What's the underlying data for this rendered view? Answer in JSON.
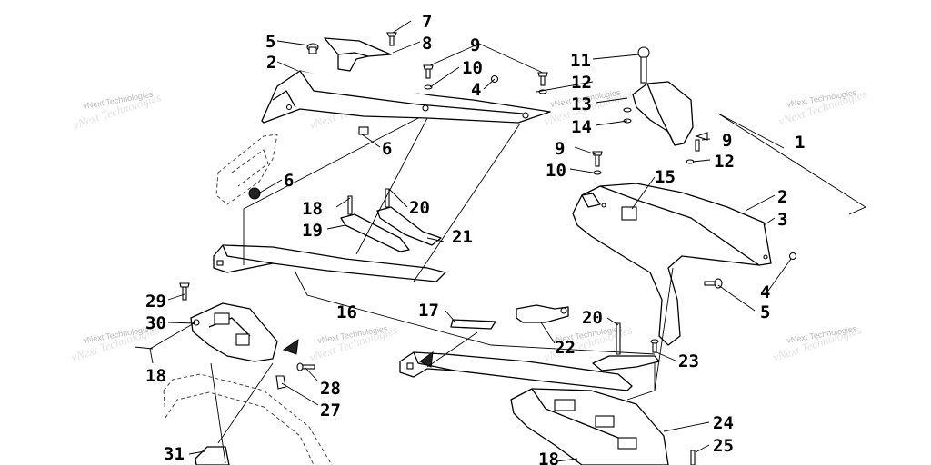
{
  "watermark": "vNext Technologies",
  "callouts": [
    "1",
    "2",
    "3",
    "4",
    "5",
    "6",
    "7",
    "8",
    "9",
    "10",
    "11",
    "12",
    "13",
    "14",
    "15",
    "16",
    "17",
    "18",
    "19",
    "20",
    "21",
    "22",
    "23",
    "24",
    "25",
    "27",
    "28",
    "29",
    "30",
    "31"
  ],
  "colors": {
    "line": "#000000",
    "watermark": "#b8b8b8",
    "background": "#ffffff"
  }
}
